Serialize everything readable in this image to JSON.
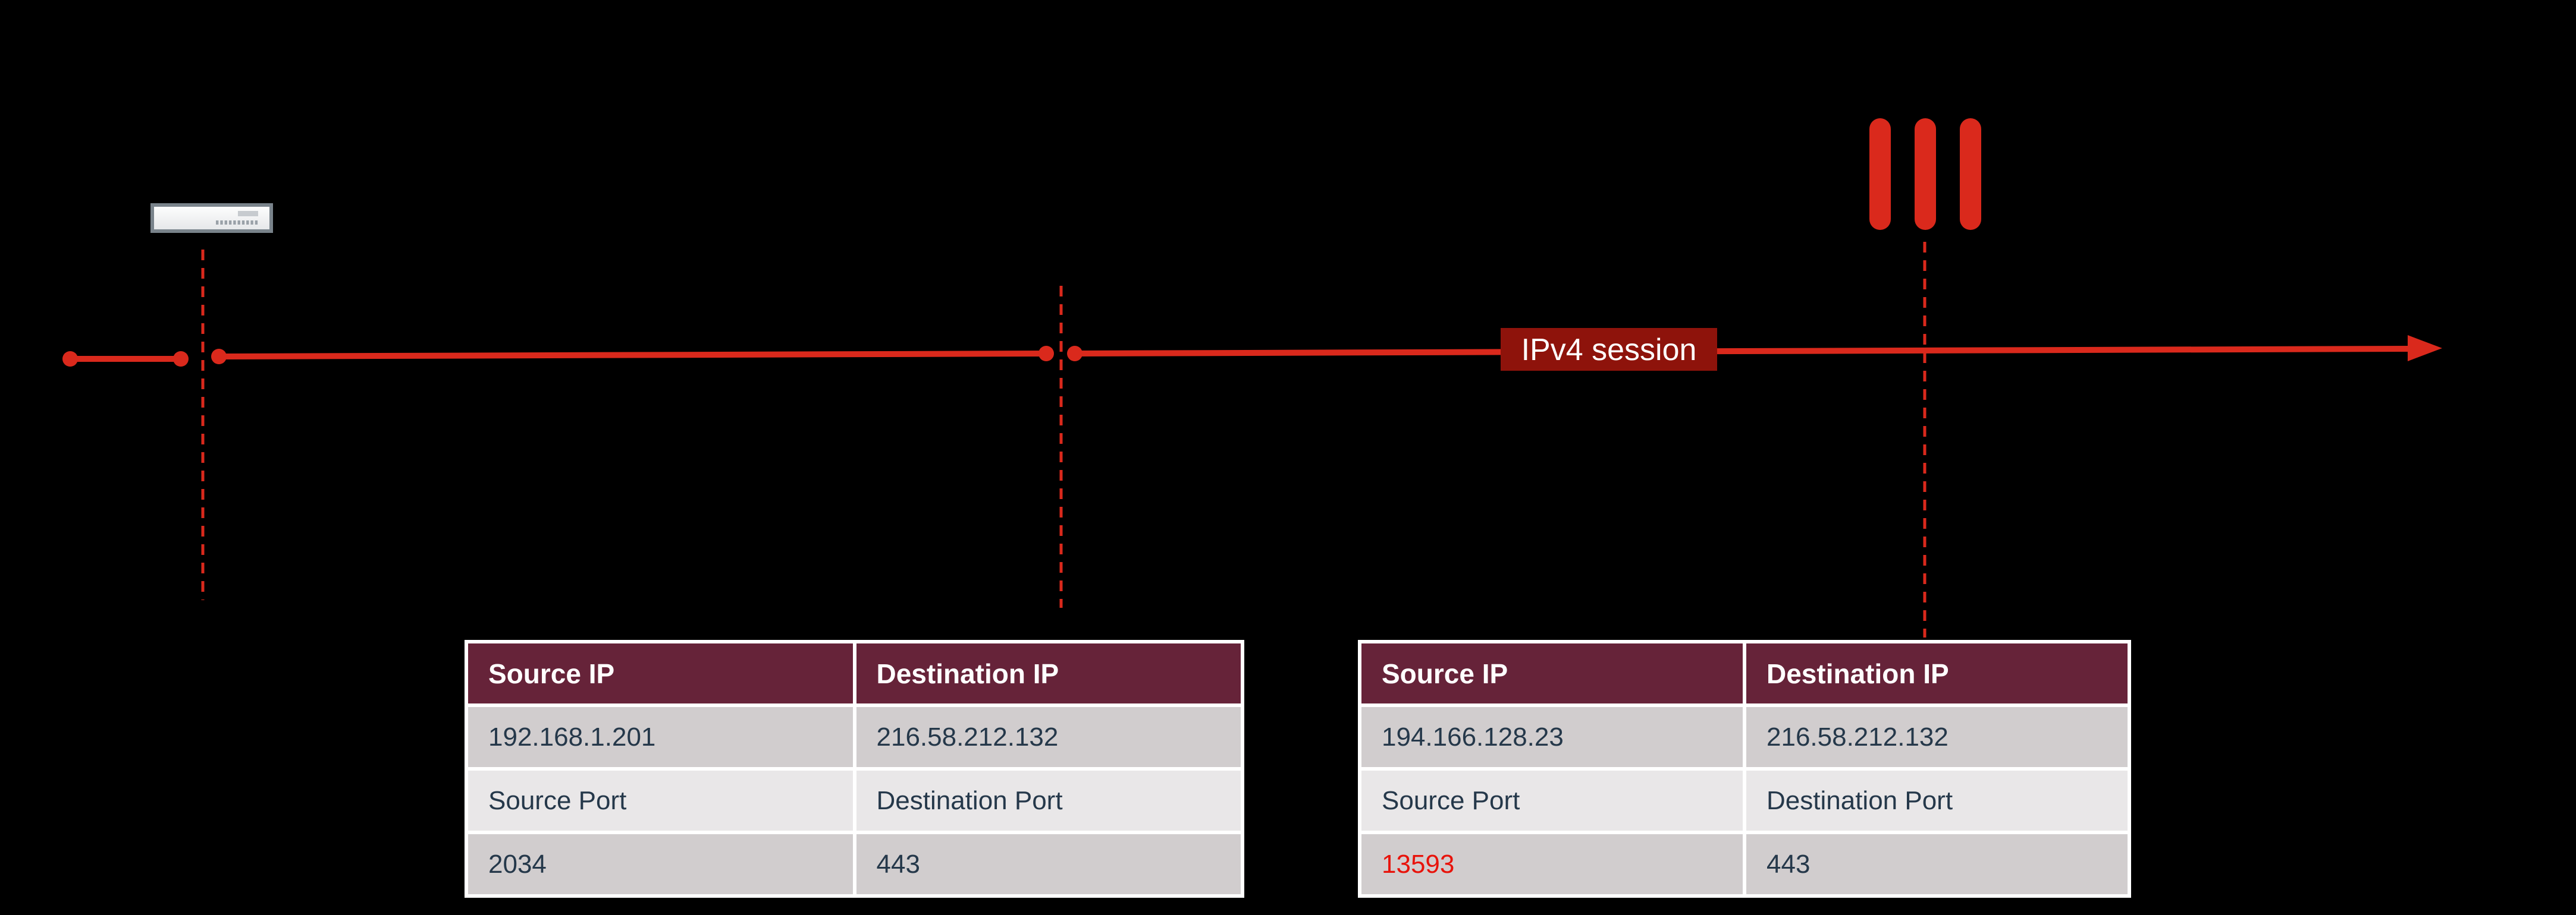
{
  "colors": {
    "accent_red": "#da291c",
    "label_bg": "#8e130b",
    "header_bg": "#662339",
    "row_gray": "#d1cdce",
    "row_light": "#e9e7e8",
    "cell_text": "#25384a",
    "port_red": "#e8130b",
    "router_body": "#f4f5f6",
    "router_border": "#79838b"
  },
  "diagram": {
    "session_label": "IPv4 session",
    "icons": {
      "router": "router-icon",
      "firewall": "firewall-bars-icon"
    }
  },
  "tables": {
    "left": {
      "headers": [
        "Source IP",
        "Destination IP"
      ],
      "rows": [
        [
          "192.168.1.201",
          "216.58.212.132"
        ],
        [
          "Source Port",
          "Destination Port"
        ],
        [
          "2034",
          "443"
        ]
      ]
    },
    "right": {
      "headers": [
        "Source IP",
        "Destination IP"
      ],
      "rows": [
        [
          "194.166.128.23",
          "216.58.212.132"
        ],
        [
          "Source Port",
          "Destination Port"
        ],
        [
          "13593",
          "443"
        ]
      ]
    }
  }
}
